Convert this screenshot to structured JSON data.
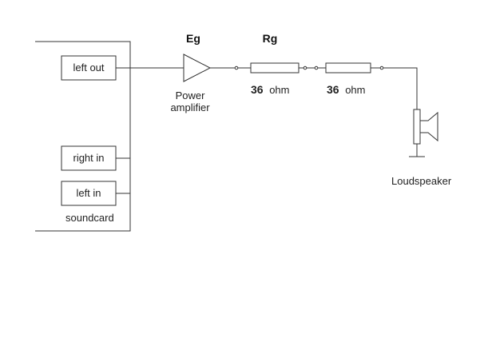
{
  "soundcard": {
    "label": "soundcard",
    "ports": {
      "left_out": "left out",
      "right_in": "right in",
      "left_in": "left in"
    }
  },
  "amplifier": {
    "symbol_label": "Eg",
    "caption_line1": "Power",
    "caption_line2": "amplifier"
  },
  "resistors": {
    "group_label": "Rg",
    "r1": {
      "value": "36",
      "unit": "ohm"
    },
    "r2": {
      "value": "36",
      "unit": "ohm"
    }
  },
  "speaker": {
    "label": "Loudspeaker"
  },
  "colors": {
    "line": "#333333",
    "background": "#ffffff"
  }
}
